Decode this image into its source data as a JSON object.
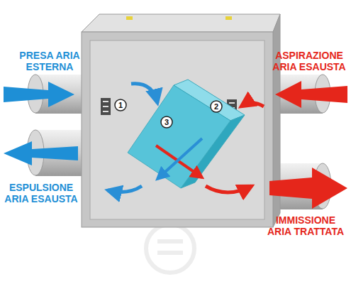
{
  "diagram": {
    "nodes": [
      {
        "text": [
          "1"
        ]
      },
      {
        "text": [
          "2"
        ]
      },
      {
        "text": [
          "3"
        ]
      }
    ],
    "labels": [
      "PRESA ARIA ESTERNA",
      "ASPIRAZIONE ARIA ESAUSTA",
      "ESPULSIONE ARIA ESAUSTA",
      "IMMISSIONE ARIA TRATTATA"
    ]
  }
}
